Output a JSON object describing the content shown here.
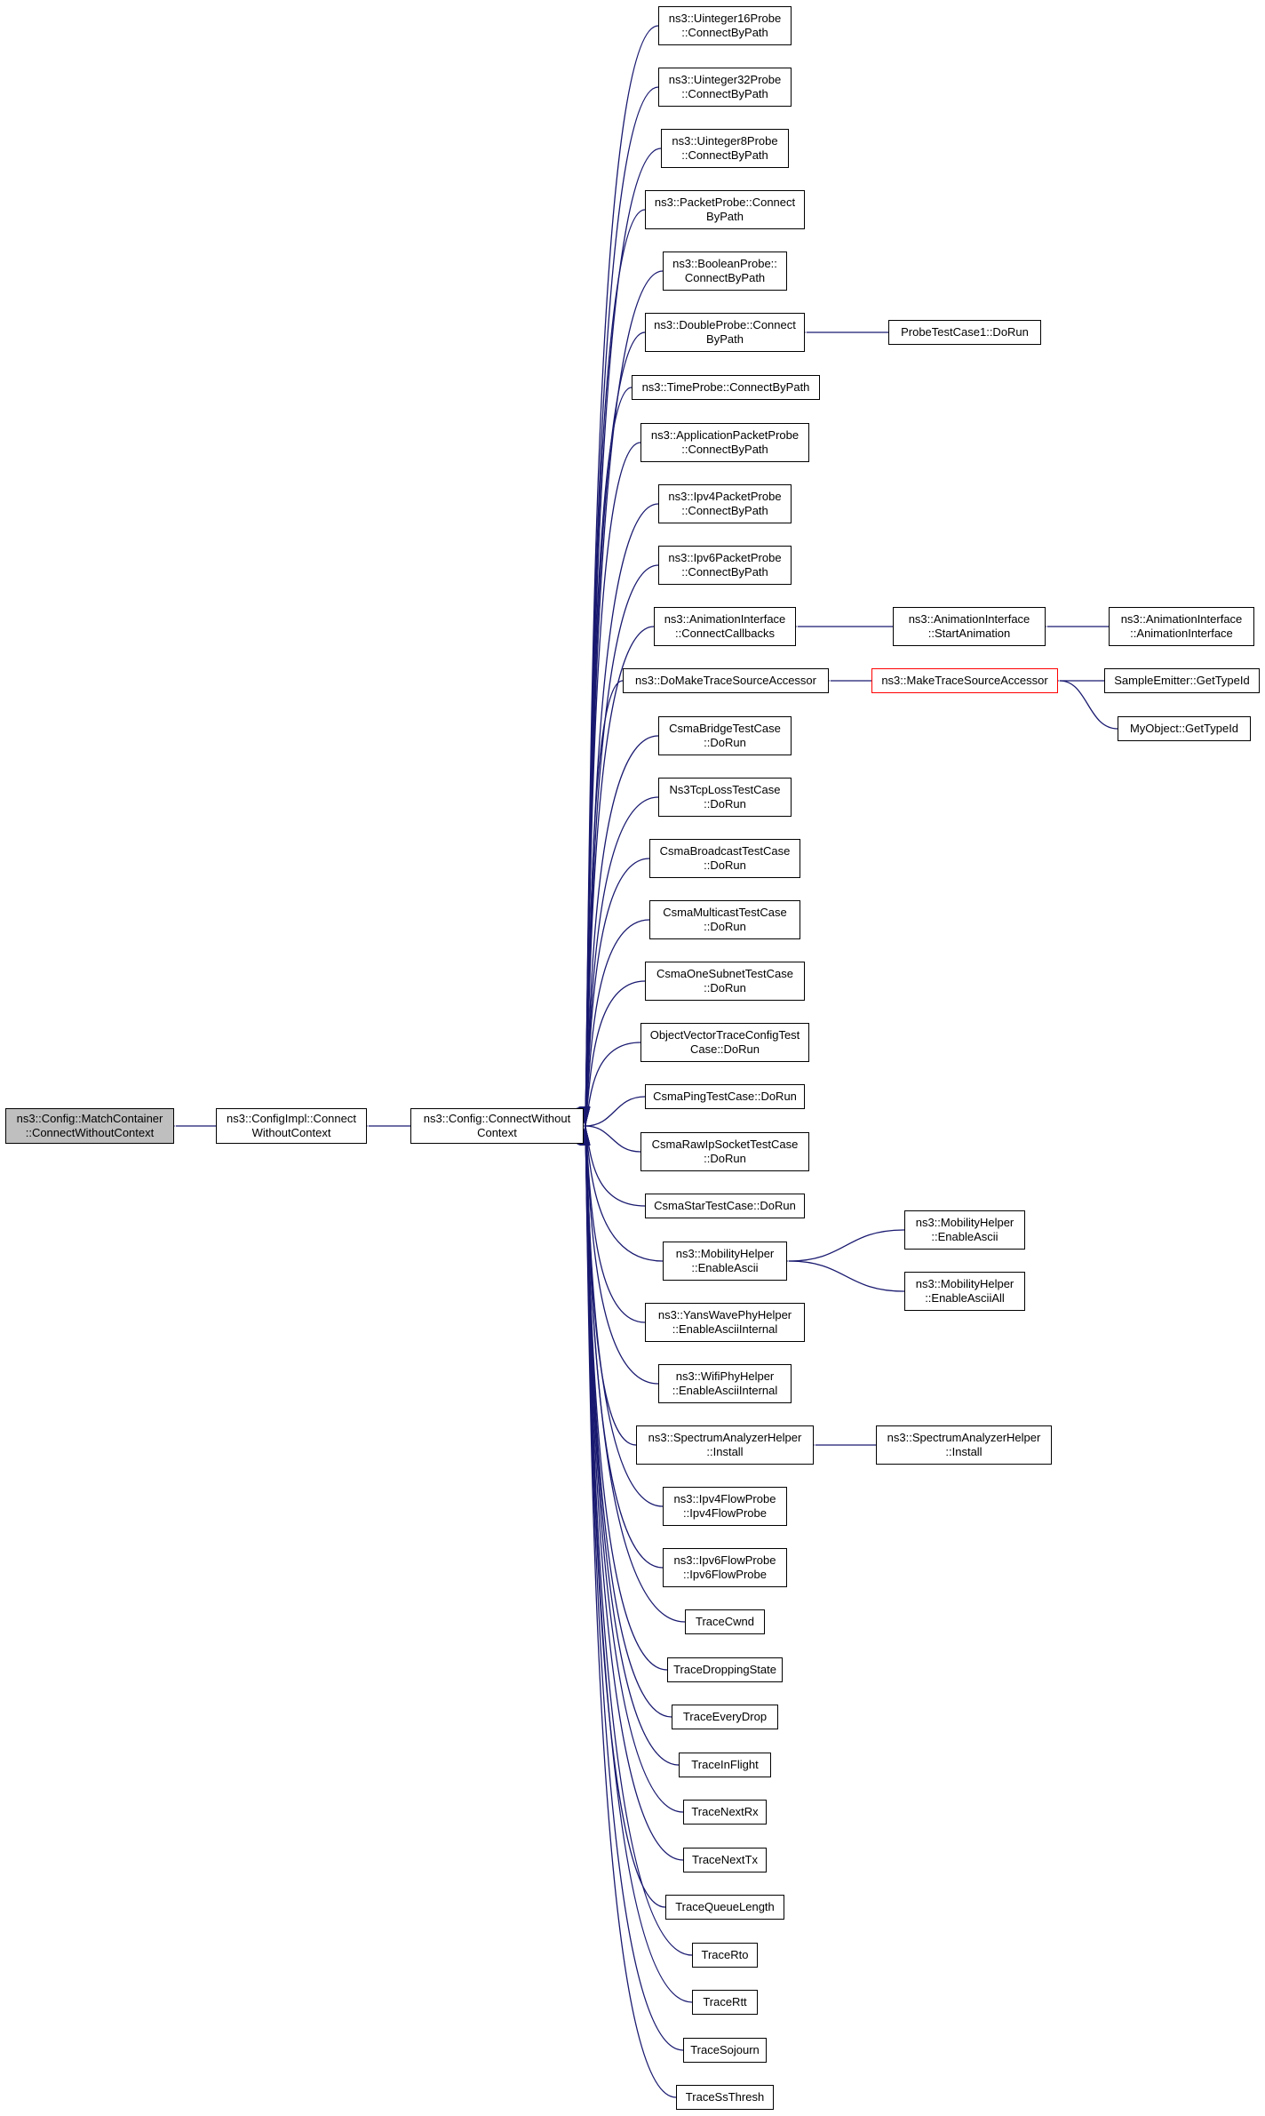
{
  "colors": {
    "edge": "#191970",
    "root_fill": "#bfbfbf",
    "highlight_border": "#ff0000"
  },
  "nodes": {
    "root": "ns3::Config::MatchContainer\n::ConnectWithoutContext",
    "configimpl": "ns3::ConfigImpl::Connect\nWithoutContext",
    "config": "ns3::Config::ConnectWithout\nContext",
    "u16": "ns3::Uinteger16Probe\n::ConnectByPath",
    "u32": "ns3::Uinteger32Probe\n::ConnectByPath",
    "u8": "ns3::Uinteger8Probe\n::ConnectByPath",
    "packetprobe": "ns3::PacketProbe::Connect\nByPath",
    "boolprobe": "ns3::BooleanProbe::\nConnectByPath",
    "doubleprobe": "ns3::DoubleProbe::Connect\nByPath",
    "probetest": "ProbeTestCase1::DoRun",
    "timeprobe": "ns3::TimeProbe::ConnectByPath",
    "apppacket": "ns3::ApplicationPacketProbe\n::ConnectByPath",
    "ipv4packet": "ns3::Ipv4PacketProbe\n::ConnectByPath",
    "ipv6packet": "ns3::Ipv6PacketProbe\n::ConnectByPath",
    "animcallbacks": "ns3::AnimationInterface\n::ConnectCallbacks",
    "animstart": "ns3::AnimationInterface\n::StartAnimation",
    "animctor": "ns3::AnimationInterface\n::AnimationInterface",
    "domake": "ns3::DoMakeTraceSourceAccessor",
    "maketrace": "ns3::MakeTraceSourceAccessor",
    "sampleemitter": "SampleEmitter::GetTypeId",
    "myobject": "MyObject::GetTypeId",
    "csmabridge": "CsmaBridgeTestCase\n::DoRun",
    "ns3tcploss": "Ns3TcpLossTestCase\n::DoRun",
    "csmabroadcast": "CsmaBroadcastTestCase\n::DoRun",
    "csmamulticast": "CsmaMulticastTestCase\n::DoRun",
    "csmaonesubnet": "CsmaOneSubnetTestCase\n::DoRun",
    "objectvector": "ObjectVectorTraceConfigTest\nCase::DoRun",
    "csmaping": "CsmaPingTestCase::DoRun",
    "csmarawip": "CsmaRawIpSocketTestCase\n::DoRun",
    "csmastar": "CsmaStarTestCase::DoRun",
    "mobility": "ns3::MobilityHelper\n::EnableAscii",
    "mobenascii": "ns3::MobilityHelper\n::EnableAscii",
    "mobenasciiall": "ns3::MobilityHelper\n::EnableAsciiAll",
    "yanswave": "ns3::YansWavePhyHelper\n::EnableAsciiInternal",
    "wifiphy": "ns3::WifiPhyHelper\n::EnableAsciiInternal",
    "spectrum": "ns3::SpectrumAnalyzerHelper\n::Install",
    "spectrum2": "ns3::SpectrumAnalyzerHelper\n::Install",
    "ipv4flow": "ns3::Ipv4FlowProbe\n::Ipv4FlowProbe",
    "ipv6flow": "ns3::Ipv6FlowProbe\n::Ipv6FlowProbe",
    "tracecwnd": "TraceCwnd",
    "tracedropping": "TraceDroppingState",
    "traceeverydrop": "TraceEveryDrop",
    "traceinflight": "TraceInFlight",
    "tracenextrx": "TraceNextRx",
    "tracenexttx": "TraceNextTx",
    "tracequeue": "TraceQueueLength",
    "tracerto": "TraceRto",
    "tracertt": "TraceRtt",
    "tracesojourn": "TraceSojourn",
    "tracessthresh": "TraceSsThresh"
  }
}
